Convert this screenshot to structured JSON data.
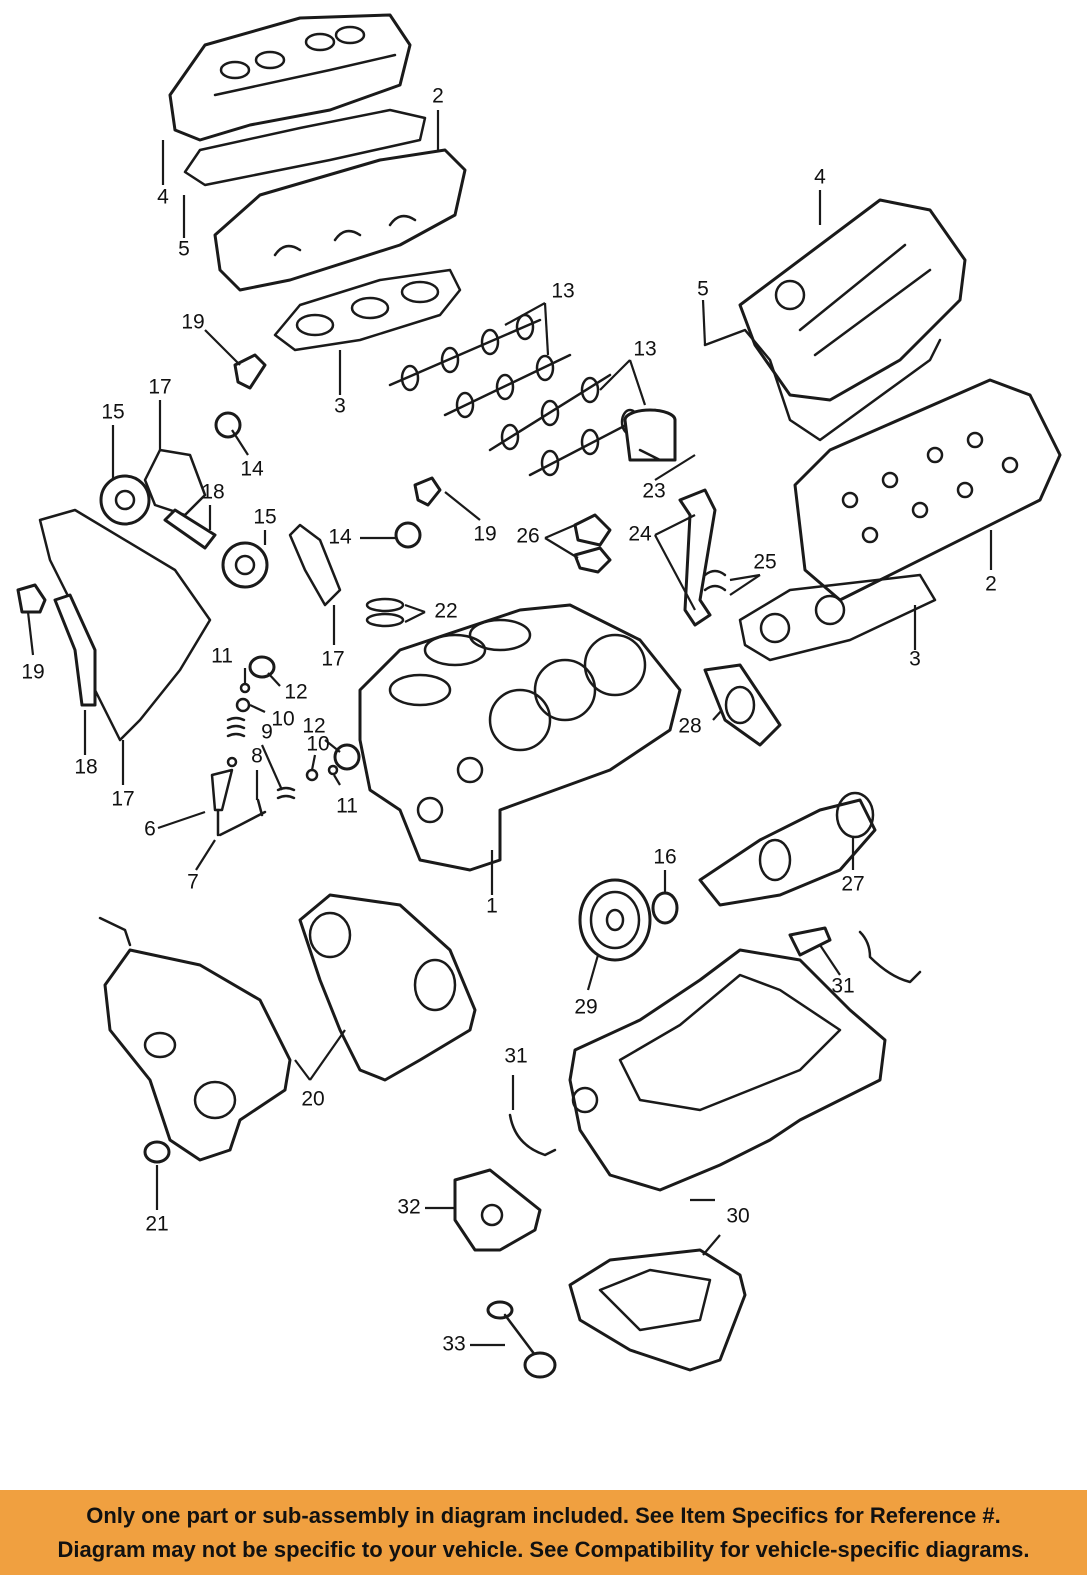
{
  "diagram": {
    "callouts": [
      {
        "id": "c1",
        "label": "1"
      },
      {
        "id": "c2a",
        "label": "2"
      },
      {
        "id": "c2b",
        "label": "2"
      },
      {
        "id": "c3a",
        "label": "3"
      },
      {
        "id": "c3b",
        "label": "3"
      },
      {
        "id": "c4a",
        "label": "4"
      },
      {
        "id": "c4b",
        "label": "4"
      },
      {
        "id": "c5a",
        "label": "5"
      },
      {
        "id": "c5b",
        "label": "5"
      },
      {
        "id": "c6",
        "label": "6"
      },
      {
        "id": "c7",
        "label": "7"
      },
      {
        "id": "c8",
        "label": "8"
      },
      {
        "id": "c9",
        "label": "9"
      },
      {
        "id": "c10a",
        "label": "10"
      },
      {
        "id": "c10b",
        "label": "10"
      },
      {
        "id": "c11a",
        "label": "11"
      },
      {
        "id": "c11b",
        "label": "11"
      },
      {
        "id": "c12a",
        "label": "12"
      },
      {
        "id": "c12b",
        "label": "12"
      },
      {
        "id": "c13a",
        "label": "13"
      },
      {
        "id": "c13b",
        "label": "13"
      },
      {
        "id": "c14a",
        "label": "14"
      },
      {
        "id": "c14b",
        "label": "14"
      },
      {
        "id": "c15a",
        "label": "15"
      },
      {
        "id": "c15b",
        "label": "15"
      },
      {
        "id": "c16",
        "label": "16"
      },
      {
        "id": "c17a",
        "label": "17"
      },
      {
        "id": "c17b",
        "label": "17"
      },
      {
        "id": "c17c",
        "label": "17"
      },
      {
        "id": "c18a",
        "label": "18"
      },
      {
        "id": "c18b",
        "label": "18"
      },
      {
        "id": "c19a",
        "label": "19"
      },
      {
        "id": "c19b",
        "label": "19"
      },
      {
        "id": "c19c",
        "label": "19"
      },
      {
        "id": "c20",
        "label": "20"
      },
      {
        "id": "c21",
        "label": "21"
      },
      {
        "id": "c22",
        "label": "22"
      },
      {
        "id": "c23",
        "label": "23"
      },
      {
        "id": "c24",
        "label": "24"
      },
      {
        "id": "c25",
        "label": "25"
      },
      {
        "id": "c26",
        "label": "26"
      },
      {
        "id": "c27",
        "label": "27"
      },
      {
        "id": "c28",
        "label": "28"
      },
      {
        "id": "c29",
        "label": "29"
      },
      {
        "id": "c30",
        "label": "30"
      },
      {
        "id": "c31a",
        "label": "31"
      },
      {
        "id": "c31b",
        "label": "31"
      },
      {
        "id": "c32",
        "label": "32"
      },
      {
        "id": "c33",
        "label": "33"
      }
    ]
  },
  "banner": {
    "line1": "Only one part or sub-assembly in diagram included. See Item Specifics for Reference #.",
    "line2": "Diagram may not be specific to your vehicle. See Compatibility for vehicle-specific diagrams.",
    "background": "#f0a040"
  }
}
